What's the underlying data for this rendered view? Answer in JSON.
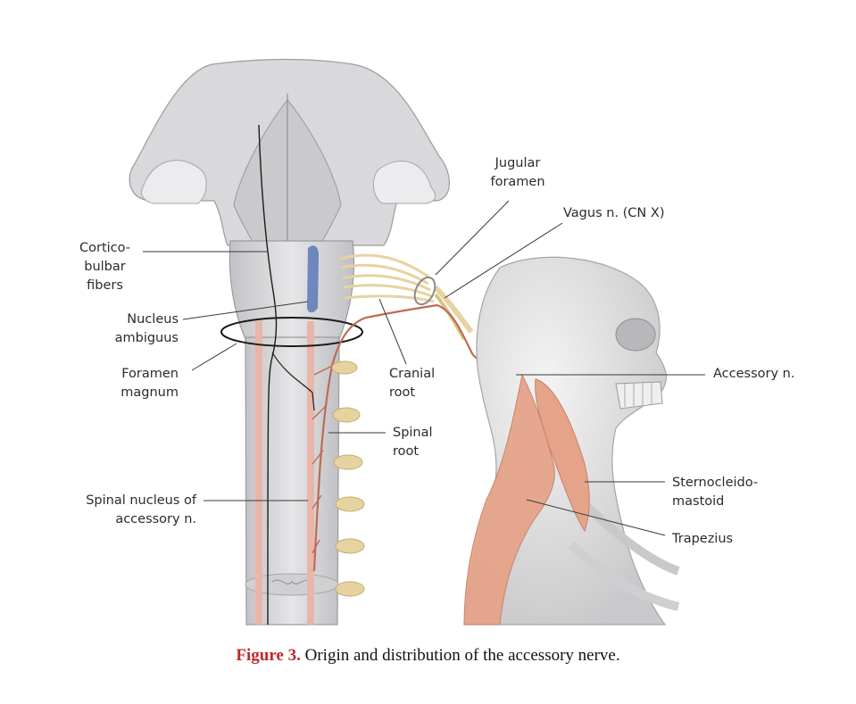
{
  "labels": {
    "jugular_foramen": "Jugular\nforamen",
    "vagus_nerve": "Vagus n. (CN X)",
    "corticobulbar_fibers": "Cortico-\nbulbar\nfibers",
    "nucleus_ambiguus": "Nucleus\nambiguus",
    "foramen_magnum": "Foramen\nmagnum",
    "cranial_root": "Cranial\nroot",
    "accessory_nerve": "Accessory n.",
    "spinal_root": "Spinal\nroot",
    "spinal_nucleus": "Spinal nucleus of\naccessory n.",
    "sternocleidomastoid": "Sternocleido-\nmastoid",
    "trapezius": "Trapezius"
  },
  "caption": {
    "number": "Figure 3.",
    "text": " Origin and distribution of the accessory nerve."
  },
  "colors": {
    "brainstem": "#d6d6d8",
    "brainstem_shade": "#b4b4b8",
    "nerve_yellow": "#e6d3a0",
    "nerve_red": "#c06a55",
    "muscle": "#e5a48a",
    "nucleus_blue": "#5b79b8",
    "caption_red": "#c0282d"
  }
}
